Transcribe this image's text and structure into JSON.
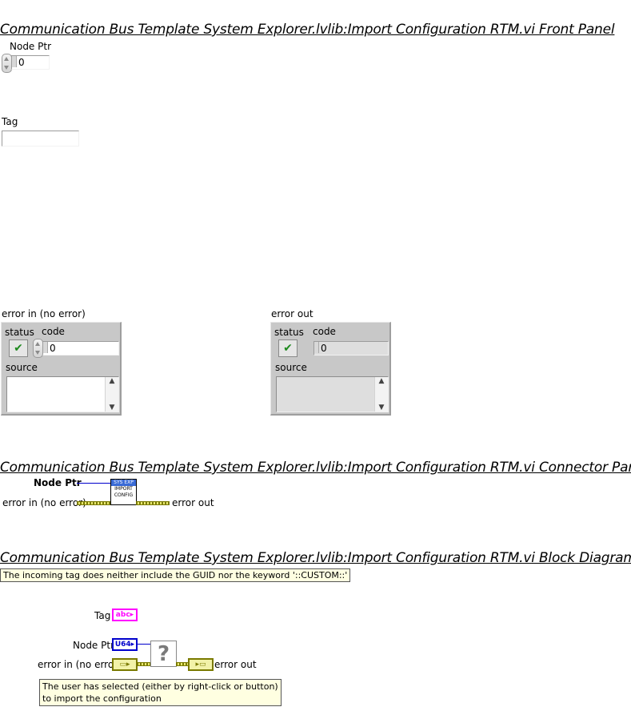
{
  "front_panel": {
    "title": "Communication Bus Template System Explorer.lvlib:Import Configuration RTM.vi Front Panel",
    "node_ptr": {
      "label": "Node Ptr",
      "value": "0"
    },
    "tag": {
      "label": "Tag",
      "value": ""
    },
    "error_in": {
      "label": "error in (no error)",
      "status_label": "status",
      "code_label": "code",
      "code_value": "0",
      "source_label": "source",
      "source_value": "",
      "status_icon": "check-icon"
    },
    "error_out": {
      "label": "error out",
      "status_label": "status",
      "code_label": "code",
      "code_value": "0",
      "source_label": "source",
      "source_value": "",
      "status_icon": "check-icon"
    }
  },
  "connector_pane": {
    "title": "Communication Bus Template System Explorer.lvlib:Import Configuration RTM.vi Connector Pane",
    "node_ptr_label": "Node Ptr",
    "error_in_label": "error in (no error)",
    "error_out_label": "error out",
    "icon_text": [
      "SYS EXP",
      "IMPORT",
      "CONFIG"
    ]
  },
  "block_diagram": {
    "title": "Communication Bus Template System Explorer.lvlib:Import Configuration RTM.vi Block Diagram",
    "comment_top": "The incoming tag does neither include the GUID nor the keyword '::CUSTOM::'",
    "tag_label": "Tag",
    "tag_term": "abc",
    "node_ptr_label": "Node Ptr",
    "node_ptr_term": "U64",
    "error_in_label": "error in (no error)",
    "error_out_label": "error out",
    "unknown_vi": "?",
    "comment_bottom_line1": "The user has selected (either by right-click or button)",
    "comment_bottom_line2": "to import the configuration",
    "colors": {
      "string_wire": "#ff00ff",
      "u64_wire": "#0000cc",
      "error_wire": "#7a7a00",
      "comment_bg": "#ffffe1"
    }
  }
}
